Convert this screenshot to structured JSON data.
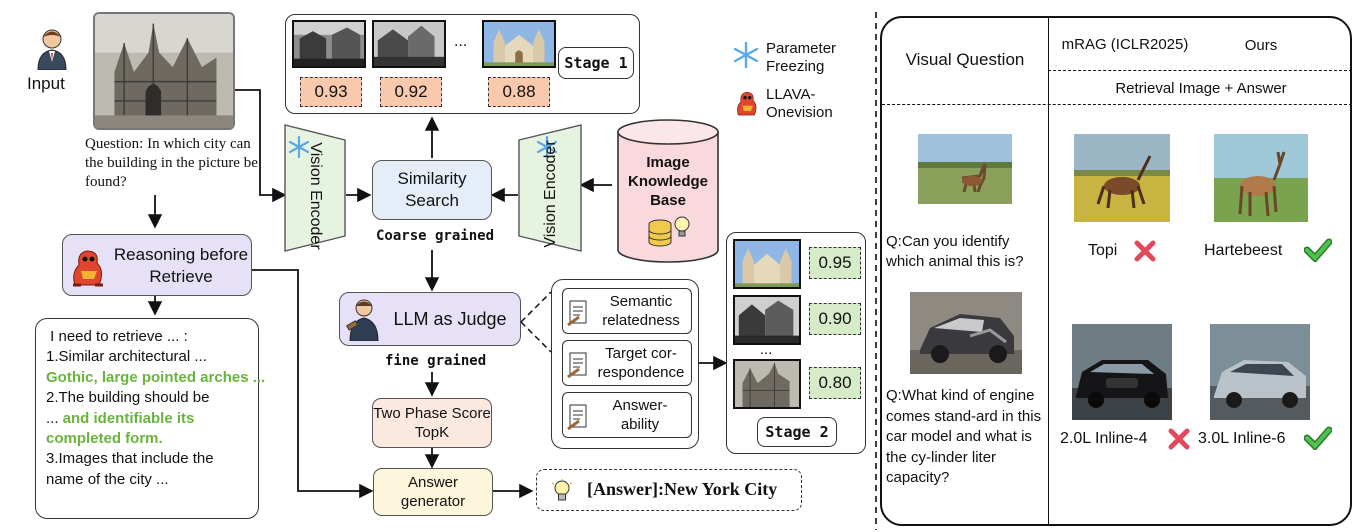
{
  "colors": {
    "green_text": "#6ab43e",
    "score_orange": "#f8c9ad",
    "score_green": "#d6ecc8",
    "reason_purple": "#e6e1f6",
    "search_blue": "#e4edf8",
    "encoder_green": "#e7f3e1",
    "knowledge_pink": "#f9d8de"
  },
  "left": {
    "input_label": "Input",
    "question": "Question: In which city can the building in the picture be found?",
    "reasoning_label": "Reasoning before Retrieve",
    "reason_lines": [
      {
        "text": " I need to retrieve ... :",
        "style": "normal"
      },
      {
        "text": "1.Similar architectural ...",
        "style": "normal"
      },
      {
        "text": "Gothic, large pointed arches ...",
        "style": "green"
      },
      {
        "text": "2.The building should be",
        "style": "normal"
      },
      {
        "text": "... ",
        "style": "normal",
        "append": "and identifiable its"
      },
      {
        "text": "completed form.",
        "style": "green"
      },
      {
        "text": "3.Images that include the",
        "style": "normal"
      },
      {
        "text": "name of the city ...",
        "style": "normal"
      }
    ]
  },
  "middle": {
    "vision_encoder_label": "Vision Encoder",
    "similarity_search_label": "Similarity Search",
    "coarse_label": "Coarse grained",
    "image_kb_label": "Image Knowledge Base",
    "llm_judge_label": "LLM as Judge",
    "fine_label": "fine grained",
    "two_phase_label": "Two Phase Score TopK",
    "answer_generator_label": "Answer generator",
    "answer_text": "[Answer]:New York City",
    "stage1": {
      "label": "Stage 1",
      "scores": [
        "0.93",
        "0.92",
        "0.88"
      ],
      "ellipsis": "..."
    },
    "stage2": {
      "label": "Stage 2",
      "scores": [
        "0.95",
        "0.90",
        "0.80"
      ],
      "ellipsis": "..."
    },
    "criteria": [
      "Semantic relatedness",
      "Target cor-respondence",
      "Answer-ability"
    ],
    "legend": {
      "freeze": "Parameter Freezing",
      "llava": "LLAVA-Onevision"
    }
  },
  "right": {
    "col_visual_question": "Visual Question",
    "col_mrag": "mRAG (ICLR2025)",
    "col_ours": "Ours",
    "subheader": "Retrieval Image  +  Answer",
    "q1": "Q:Can you identify which animal this is?",
    "q2": "Q:What kind of engine comes stand-ard in this car model and what is the cy-linder liter capacity?",
    "q1_mrag_answer": "Topi",
    "q1_ours_answer": "Hartebeest",
    "q2_mrag_answer": "2.0L Inline-4",
    "q2_ours_answer": "3.0L Inline-6"
  }
}
